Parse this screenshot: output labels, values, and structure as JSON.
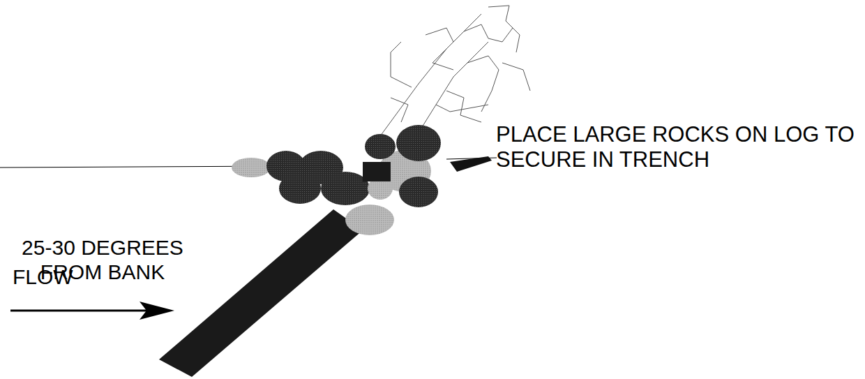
{
  "diagram": {
    "labels": [
      "PLACE LARGE ROCKS ON LOG TO SECURE IN TRENCH",
      "25-30 DEGREES FROM BANK",
      "FLOW"
    ]
  }
}
